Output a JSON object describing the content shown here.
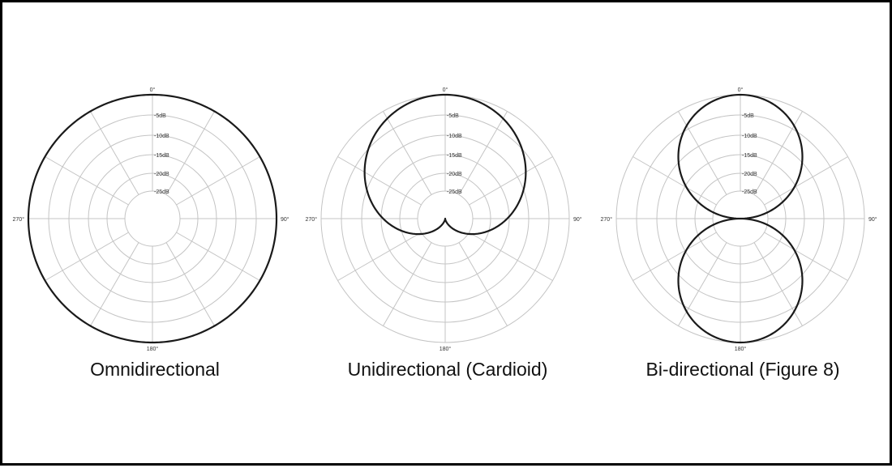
{
  "panels": [
    {
      "id": "omni",
      "caption": "Omnidirectional",
      "pattern": "omni",
      "center": "",
      "db_labels": [
        "-5dB",
        "-10dB",
        "-15dB",
        "-20dB",
        "-25dB"
      ],
      "angle_labels": {
        "top": "0°",
        "right": "90°",
        "bottom": "180°",
        "left": "270°"
      }
    },
    {
      "id": "cardioid",
      "caption": "Unidirectional (Cardioid)",
      "pattern": "cardioid",
      "db_labels": [
        "-5dB",
        "-10dB",
        "-15dB",
        "-20dB",
        "-25dB"
      ],
      "angle_labels": {
        "top": "0°",
        "right": "90°",
        "bottom": "180°",
        "left": "270°"
      }
    },
    {
      "id": "figure8",
      "caption": "Bi-directional (Figure 8)",
      "pattern": "figure8",
      "db_labels": [
        "-5dB",
        "-10dB",
        "-15dB",
        "-20dB",
        "-25dB"
      ],
      "angle_labels": {
        "top": "0°",
        "right": "90°",
        "bottom": "180°",
        "left": "270°"
      }
    }
  ],
  "colors": {
    "grid": "#c4c4c4",
    "pattern": "#1a1a1a",
    "frame": "#000000"
  }
}
